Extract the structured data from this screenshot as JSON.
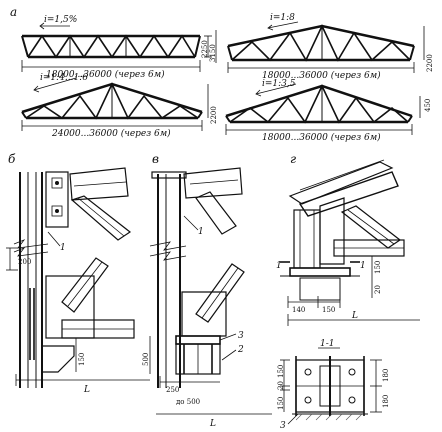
{
  "panels": {
    "a": {
      "letter": "а",
      "trusses": [
        {
          "slope": "i=1,5%",
          "span": "18000...36000 (через 6м)",
          "heights": [
            "2250",
            "3150"
          ]
        },
        {
          "slope": "i=1:8",
          "span": "18000...36000 (через 6м)",
          "heights": [
            "2200"
          ]
        },
        {
          "slope": "i=1:4...1:6",
          "span": "24000...36000 (через 6м)",
          "heights": [
            "2200"
          ]
        },
        {
          "slope": "i=1:3,5",
          "span": "18000...36000 (через 6м)",
          "heights": [
            "450"
          ]
        }
      ]
    },
    "b": {
      "letter": "б",
      "dims": [
        "200",
        "150"
      ],
      "callouts": [
        "1"
      ],
      "span": "L"
    },
    "v": {
      "letter": "в",
      "dims": [
        "500",
        "250",
        "до 500"
      ],
      "callouts": [
        "1",
        "2",
        "3"
      ],
      "span": "L"
    },
    "g": {
      "letter": "г",
      "dims": [
        "150",
        "20",
        "140",
        "150"
      ],
      "callouts": [
        "1",
        "1"
      ],
      "span": "L"
    },
    "section": {
      "title": "1-1",
      "dims": [
        "180",
        "180",
        "20",
        "150",
        "150"
      ],
      "callouts": [
        "3"
      ]
    }
  },
  "colors": {
    "ink": "#111111",
    "paper": "#ffffff",
    "hatch": "#555555"
  }
}
